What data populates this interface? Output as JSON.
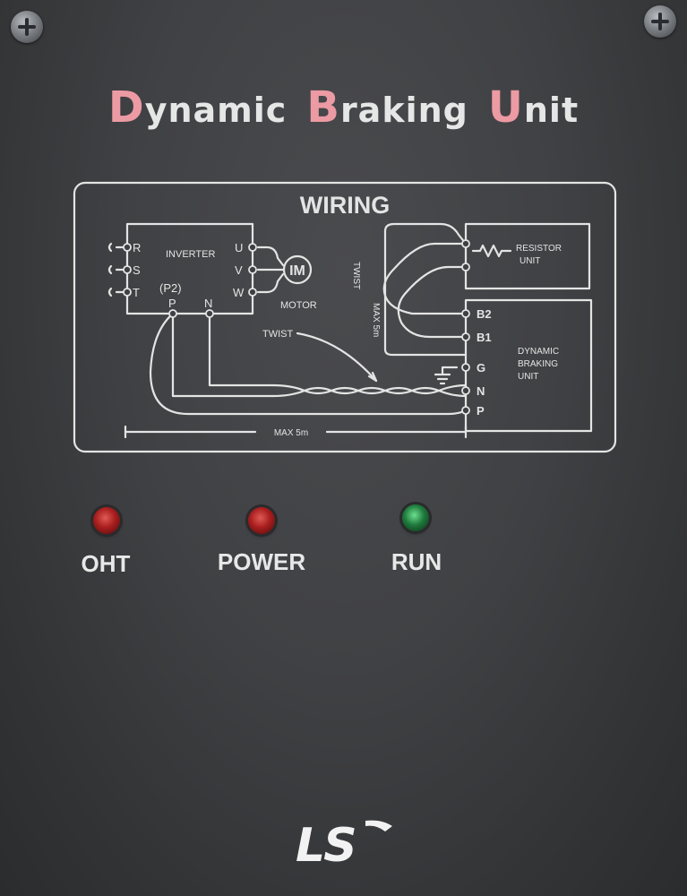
{
  "title": {
    "word1_initial": "D",
    "word1_rest": "ynamic",
    "word2_initial": "B",
    "word2_rest": "raking",
    "word3_initial": "U",
    "word3_rest": "nit"
  },
  "wiring": {
    "heading": "WIRING",
    "inverter_label": "INVERTER",
    "input_terminals": [
      "R",
      "S",
      "T"
    ],
    "output_terminals": [
      "U",
      "V",
      "W"
    ],
    "p2_label": "(P2)",
    "dc_terminals": [
      "P",
      "N"
    ],
    "motor_symbol": "IM",
    "motor_label": "MOTOR",
    "twist_label_main": "TWIST",
    "twist_label_resistor": "TWIST",
    "max_label_resistor": "MAX 5m",
    "max_label_bottom": "MAX 5m",
    "resistor_unit_label": [
      "RESISTOR",
      "UNIT"
    ],
    "dbu_label": [
      "DYNAMIC",
      "BRAKING",
      "UNIT"
    ],
    "dbu_terminals": [
      "B2",
      "B1",
      "G",
      "N",
      "P"
    ]
  },
  "indicators": [
    {
      "label": "OHT",
      "color": "red"
    },
    {
      "label": "POWER",
      "color": "red"
    },
    {
      "label": "RUN",
      "color": "green"
    }
  ],
  "logo": {
    "text": "LS",
    "icon": "ls-logo-icon"
  },
  "colors": {
    "panel": "#3a3b3d",
    "title_accent": "#ec9aa3",
    "diagram_lines": "#e4e4e4",
    "led_red": "#a81e1e",
    "led_green": "#1f7a3d"
  }
}
